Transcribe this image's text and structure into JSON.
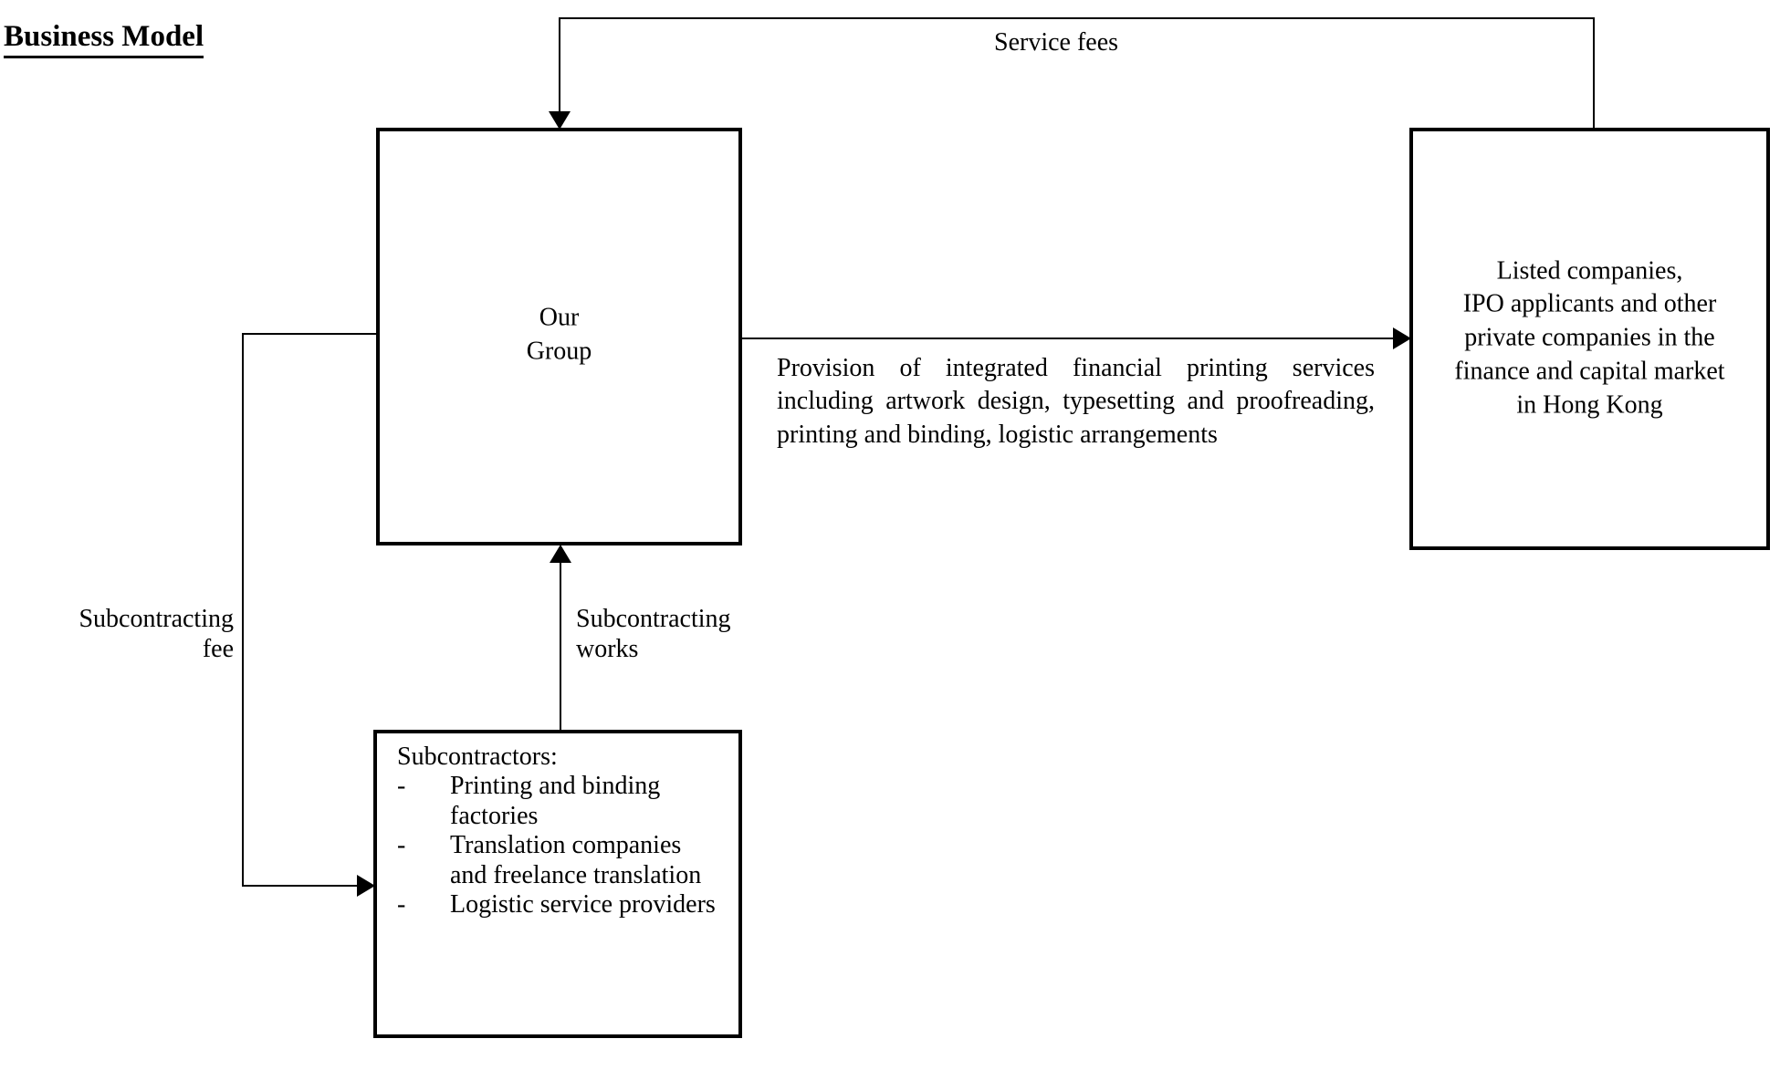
{
  "title": "Business Model",
  "nodes": {
    "our_group": {
      "label": "Our\nGroup"
    },
    "clients": {
      "label": "Listed companies,\nIPO applicants and other\nprivate companies in the\nfinance and capital market\nin Hong Kong"
    },
    "subcontractors": {
      "heading": "Subcontractors:",
      "bullet_marker": "-",
      "items": [
        "Printing and binding factories",
        "Translation companies and freelance translation",
        "Logistic service providers"
      ]
    }
  },
  "edges": {
    "service_fees": {
      "label": "Service fees",
      "from": "clients",
      "to": "our_group"
    },
    "provision_of_services": {
      "label": "Provision of integrated financial printing services including artwork design, typesetting and proofreading, printing and binding, logistic arrangements",
      "from": "our_group",
      "to": "clients"
    },
    "subcontracting_fee": {
      "label": "Subcontracting\nfee",
      "from": "our_group",
      "to": "subcontractors"
    },
    "subcontracting_works": {
      "label": "Subcontracting\nworks",
      "from": "subcontractors",
      "to": "our_group"
    }
  },
  "colors": {
    "stroke": "#000000",
    "background": "#ffffff",
    "text": "#000000"
  }
}
